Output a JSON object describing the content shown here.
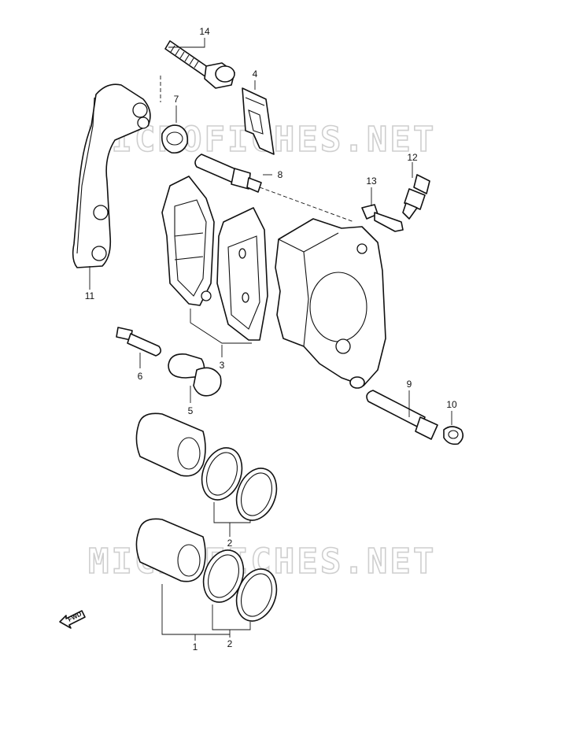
{
  "watermarks": [
    "MICROFICHES.NET",
    "MICROFICHES.NET"
  ],
  "direction_marker": "FWD",
  "callouts": {
    "p1": "1",
    "p2a": "2",
    "p2b": "2",
    "p3": "3",
    "p4": "4",
    "p5": "5",
    "p6": "6",
    "p7": "7",
    "p8": "8",
    "p9": "9",
    "p10": "10",
    "p11": "11",
    "p12": "12",
    "p13": "13",
    "p14": "14"
  }
}
